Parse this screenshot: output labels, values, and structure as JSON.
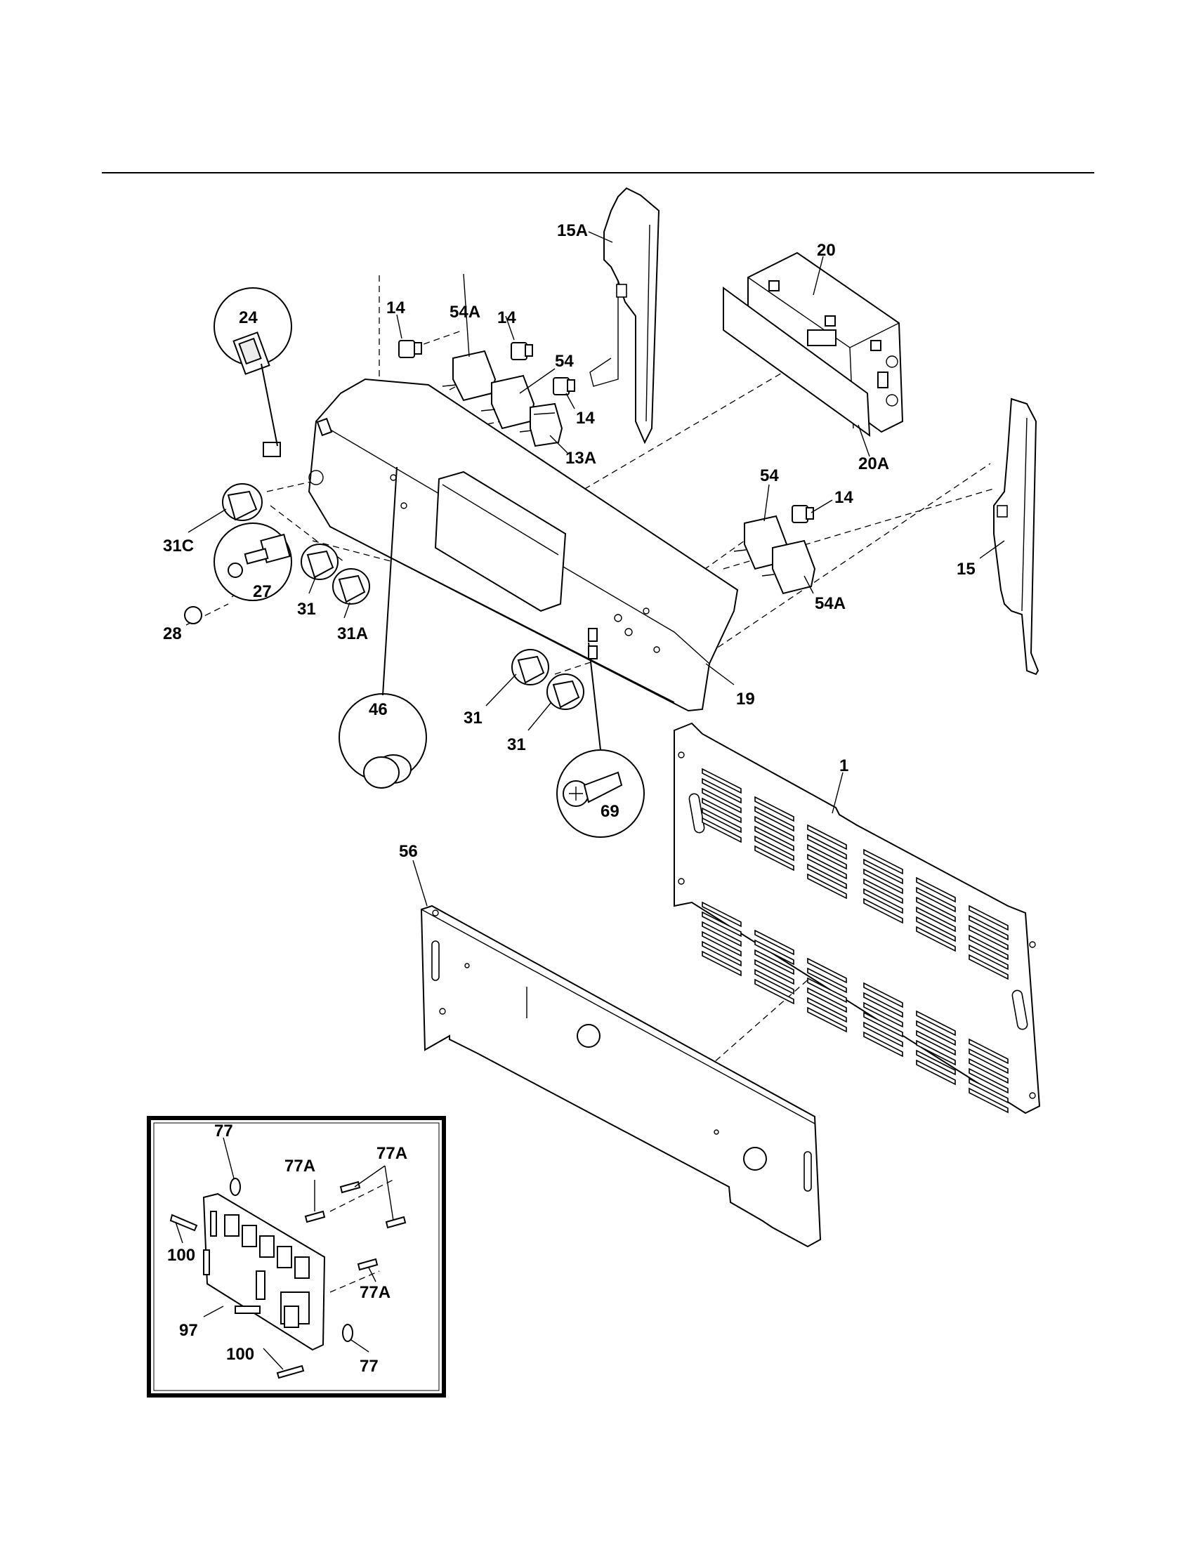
{
  "callouts": [
    {
      "text": "15A"
    },
    {
      "text": "20"
    },
    {
      "text": "24"
    },
    {
      "text": "14"
    },
    {
      "text": "54A"
    },
    {
      "text": "14"
    },
    {
      "text": "54"
    },
    {
      "text": "14"
    },
    {
      "text": "13A"
    },
    {
      "text": "20A"
    },
    {
      "text": "54"
    },
    {
      "text": "14"
    },
    {
      "text": "15"
    },
    {
      "text": "54A"
    },
    {
      "text": "31C"
    },
    {
      "text": "27"
    },
    {
      "text": "28"
    },
    {
      "text": "31"
    },
    {
      "text": "31A"
    },
    {
      "text": "46"
    },
    {
      "text": "31"
    },
    {
      "text": "31"
    },
    {
      "text": "19"
    },
    {
      "text": "69"
    },
    {
      "text": "1"
    },
    {
      "text": "56"
    },
    {
      "text": "77"
    },
    {
      "text": "77A"
    },
    {
      "text": "77A"
    },
    {
      "text": "100"
    },
    {
      "text": "77A"
    },
    {
      "text": "97"
    },
    {
      "text": "100"
    },
    {
      "text": "77"
    }
  ]
}
